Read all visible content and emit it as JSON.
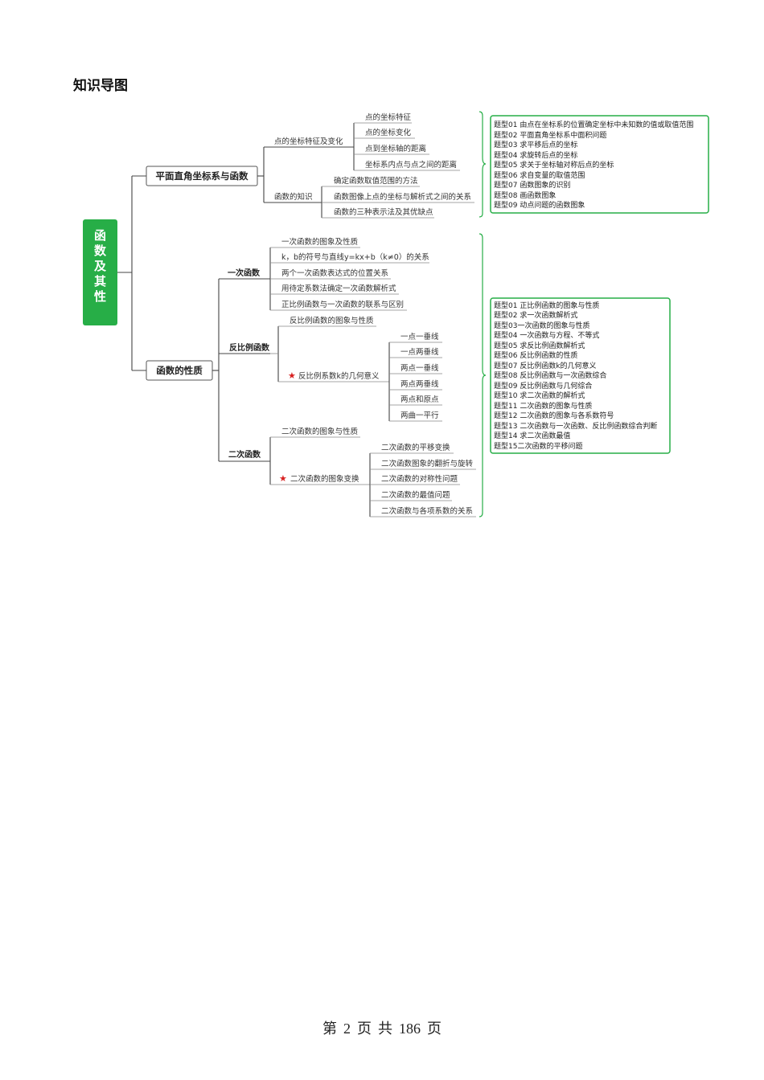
{
  "heading": "知识导图",
  "root": "函数及其性质",
  "colors": {
    "root_fill": "#27ae47",
    "accent": "#27ae47",
    "star": "#d82020"
  },
  "section1": {
    "title": "平面直角坐标系与函数",
    "group1": {
      "label": "点的坐标特征及变化",
      "items": [
        "点的坐标特征",
        "点的坐标变化",
        "点到坐标轴的距离",
        "坐标系内点与点之间的距离"
      ]
    },
    "group2": {
      "label": "函数的知识",
      "items": [
        "确定函数取值范围的方法",
        "函数图像上点的坐标与解析式之间的关系",
        "函数的三种表示法及其优缺点"
      ]
    },
    "types": [
      "题型01 由点在坐标系的位置确定坐标中未知数的值或取值范围",
      "题型02 平面直角坐标系中面积问题",
      "题型03  求平移后点的坐标",
      "题型04  求旋转后点的坐标",
      "题型05  求关于坐标轴对称后点的坐标",
      "题型06  求自变量的取值范围",
      "题型07  函数图象的识别",
      "题型08  画函数图象",
      "题型09  动点问题的函数图象"
    ]
  },
  "section2": {
    "title": "函数的性质",
    "linear": {
      "label": "一次函数",
      "items": [
        "一次函数的图象及性质",
        "k，b的符号与直线y=kx+b（k≠0）的关系",
        "两个一次函数表达式的位置关系",
        "用待定系数法确定一次函数解析式",
        "正比例函数与一次函数的联系与区别"
      ]
    },
    "inverse": {
      "label": "反比例函数",
      "item1": "反比例函数的图象与性质",
      "k_label": "反比例系数k的几何意义",
      "k_items": [
        "一点一垂线",
        "一点两垂线",
        "两点一垂线",
        "两点两垂线",
        "两点和原点",
        "两曲一平行"
      ]
    },
    "quadratic": {
      "label": "二次函数",
      "item1": "二次函数的图象与性质",
      "trans_label": "二次函数的图象变换",
      "trans_items": [
        "二次函数的平移变换",
        "二次函数图象的翻折与旋转",
        "二次函数的对称性问题",
        "二次函数的最值问题",
        "二次函数与各项系数的关系"
      ]
    },
    "types": [
      "题型01 正比例函数的图象与性质",
      "题型02 求一次函数解析式",
      "题型03一次函数的图象与性质",
      "题型04 一次函数与方程、不等式",
      "题型05 求反比例函数解析式",
      "题型06 反比例函数的性质",
      "题型07 反比例函数k的几何意义",
      "题型08 反比例函数与一次函数综合",
      "题型09 反比例函数与几何综合",
      "题型10 求二次函数的解析式",
      "题型11 二次函数的图象与性质",
      "题型12 二次函数的图象与各系数符号",
      "题型13 二次函数与一次函数、反比例函数综合判断",
      "题型14 求二次函数最值",
      "题型15二次函数的平移问题"
    ]
  },
  "footer": {
    "prefix": "第",
    "page": "2",
    "mid1": "页",
    "mid2": "共",
    "total": "186",
    "suffix": "页"
  }
}
